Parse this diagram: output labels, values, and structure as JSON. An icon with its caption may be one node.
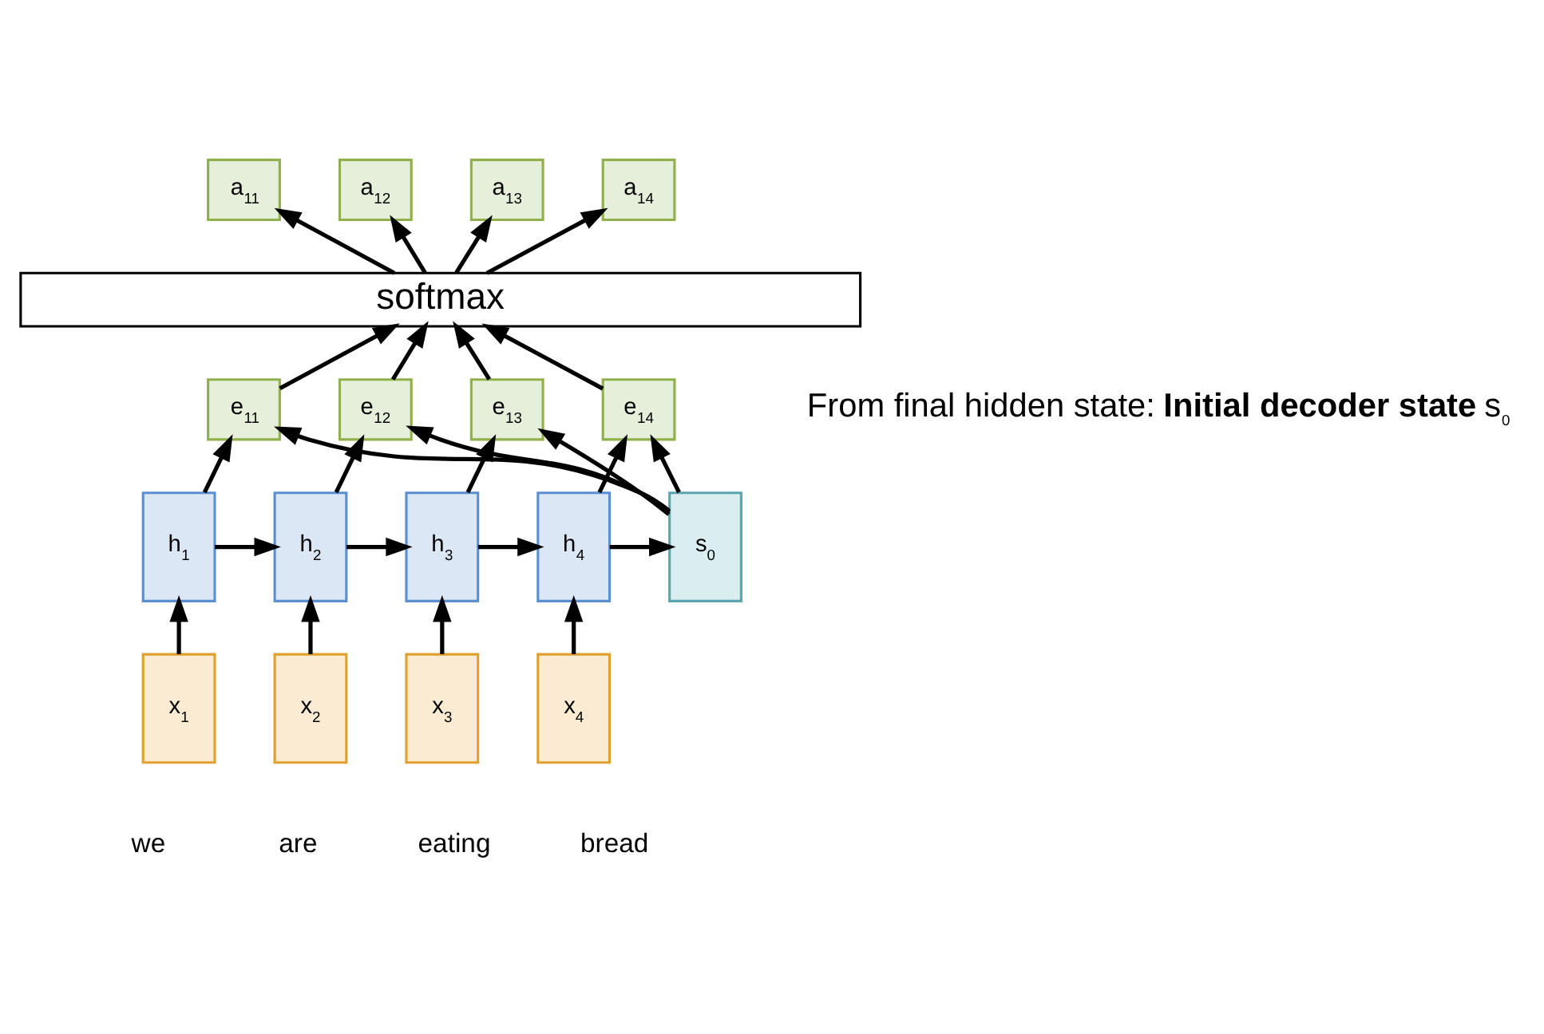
{
  "diagram": {
    "nodes": [
      {
        "text": [
          "a$_{11}$"
        ]
      },
      {
        "text": [
          "a$_{12}$"
        ]
      },
      {
        "text": [
          "a$_{13}$"
        ]
      },
      {
        "text": [
          "a$_{14}$"
        ]
      },
      {
        "text": [
          "softmax"
        ]
      },
      {
        "text": [
          "e$_{11}$"
        ]
      },
      {
        "text": [
          "e$_{12}$"
        ]
      },
      {
        "text": [
          "e$_{13}$"
        ]
      },
      {
        "text": [
          "e$_{14}$"
        ]
      },
      {
        "text": [
          "h$_{1}$"
        ]
      },
      {
        "text": [
          "h$_{2}$"
        ]
      },
      {
        "text": [
          "h$_{3}$"
        ]
      },
      {
        "text": [
          "h$_{4}$"
        ]
      },
      {
        "text": [
          "s$_{0}$"
        ]
      },
      {
        "text": [
          "x$_{1}$"
        ]
      },
      {
        "text": [
          "x$_{2}$"
        ]
      },
      {
        "text": [
          "x$_{3}$"
        ]
      },
      {
        "text": [
          "x$_{4}$"
        ]
      }
    ],
    "edges": [
      {
        "from": 4,
        "to": 0,
        "arrow": "to"
      },
      {
        "from": 4,
        "to": 1,
        "arrow": "to"
      },
      {
        "from": 4,
        "to": 2,
        "arrow": "to"
      },
      {
        "from": 4,
        "to": 3,
        "arrow": "to"
      },
      {
        "from": 5,
        "to": 4,
        "arrow": "to"
      },
      {
        "from": 6,
        "to": 4,
        "arrow": "to"
      },
      {
        "from": 7,
        "to": 4,
        "arrow": "to"
      },
      {
        "from": 8,
        "to": 4,
        "arrow": "to"
      },
      {
        "from": 9,
        "to": 5,
        "arrow": "to"
      },
      {
        "from": 13,
        "to": 5,
        "arrow": "to"
      },
      {
        "from": 10,
        "to": 6,
        "arrow": "to"
      },
      {
        "from": 13,
        "to": 6,
        "arrow": "to"
      },
      {
        "from": 11,
        "to": 7,
        "arrow": "to"
      },
      {
        "from": 13,
        "to": 7,
        "arrow": "to"
      },
      {
        "from": 12,
        "to": 8,
        "arrow": "to"
      },
      {
        "from": 13,
        "to": 8,
        "arrow": "to"
      },
      {
        "from": 9,
        "to": 10,
        "arrow": "to"
      },
      {
        "from": 10,
        "to": 11,
        "arrow": "to"
      },
      {
        "from": 11,
        "to": 12,
        "arrow": "to"
      },
      {
        "from": 12,
        "to": 13,
        "arrow": "to"
      },
      {
        "from": 14,
        "to": 9,
        "arrow": "to"
      },
      {
        "from": 15,
        "to": 10,
        "arrow": "to"
      },
      {
        "from": 16,
        "to": 11,
        "arrow": "to"
      },
      {
        "from": 17,
        "to": 12,
        "arrow": "to"
      }
    ],
    "labels": [
      "From final hidden state: **Initial decoder state** s$_{0}$",
      "we",
      "are",
      "eating",
      "bread"
    ]
  }
}
